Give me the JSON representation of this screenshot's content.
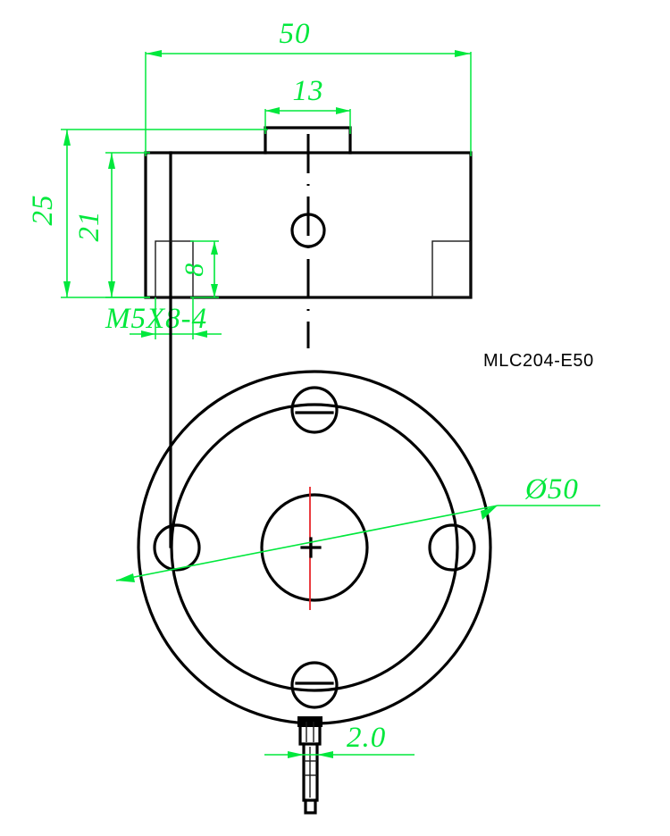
{
  "drawing": {
    "title": "MLC204-E50",
    "part_label": "MLC204-E50",
    "background_color": "#ffffff",
    "line_color": "#000000",
    "dimension_color": "#00e83c",
    "centerline_color": "#e8262b",
    "units": "mm"
  },
  "views": {
    "side_view": {
      "name": "side-view",
      "dimensions": {
        "overall_width": "50",
        "boss_width": "13",
        "overall_height": "25",
        "body_height": "21",
        "thread_depth": "8"
      },
      "notes": {
        "thread_callout": "M5X8-4"
      }
    },
    "bottom_view": {
      "name": "bottom-view",
      "dimensions": {
        "outer_diameter": "Ø50",
        "cable_diameter": "2.0"
      }
    }
  },
  "annotations": [
    {
      "id": "dim-50",
      "text": "50",
      "kind": "linear-horizontal",
      "view": "side-view"
    },
    {
      "id": "dim-13",
      "text": "13",
      "kind": "linear-horizontal",
      "view": "side-view"
    },
    {
      "id": "dim-25",
      "text": "25",
      "kind": "linear-vertical",
      "view": "side-view"
    },
    {
      "id": "dim-21",
      "text": "21",
      "kind": "linear-vertical",
      "view": "side-view"
    },
    {
      "id": "dim-8",
      "text": "8",
      "kind": "linear-vertical",
      "view": "side-view"
    },
    {
      "id": "note-m5",
      "text": "M5X8-4",
      "kind": "note",
      "view": "side-view"
    },
    {
      "id": "dim-dia50",
      "text": "Ø50",
      "kind": "diameter",
      "view": "bottom-view"
    },
    {
      "id": "dim-cable",
      "text": "2.0",
      "kind": "linear-horizontal",
      "view": "bottom-view"
    },
    {
      "id": "part-number",
      "text": "MLC204-E50",
      "kind": "label",
      "view": "sheet"
    }
  ],
  "chart_data": {
    "type": "table",
    "title": "MLC204-E50",
    "categories": [
      "50",
      "13",
      "25",
      "21",
      "8",
      "M5X8-4",
      "Ø50",
      "2.0"
    ],
    "values": [
      50,
      13,
      25,
      21,
      8,
      5,
      50,
      2.0
    ]
  }
}
